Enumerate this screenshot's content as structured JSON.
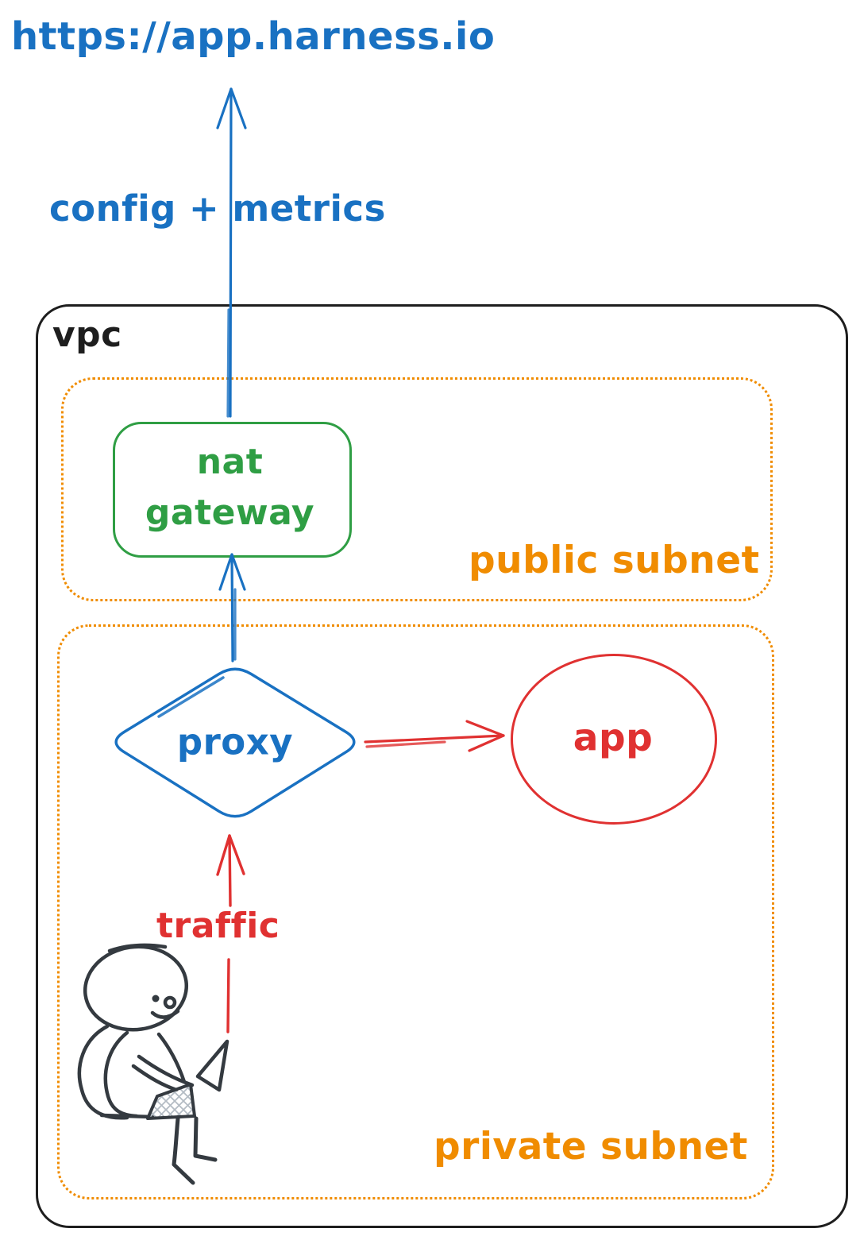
{
  "title": "https://app.harness.io",
  "labels": {
    "config_metrics": "config + metrics",
    "traffic": "traffic"
  },
  "vpc": {
    "label": "vpc",
    "public_subnet": {
      "label": "public subnet",
      "nat_gateway": {
        "label": "nat gateway"
      }
    },
    "private_subnet": {
      "label": "private subnet",
      "proxy": {
        "label": "proxy"
      },
      "app": {
        "label": "app"
      },
      "user": {
        "icon": "person-with-laptop-sketch"
      }
    }
  },
  "colors": {
    "blue": "#1971c2",
    "green": "#2f9e44",
    "orange": "#f08c00",
    "red": "#e03131",
    "ink": "#1e1e1e",
    "sketch": "#343a40"
  }
}
